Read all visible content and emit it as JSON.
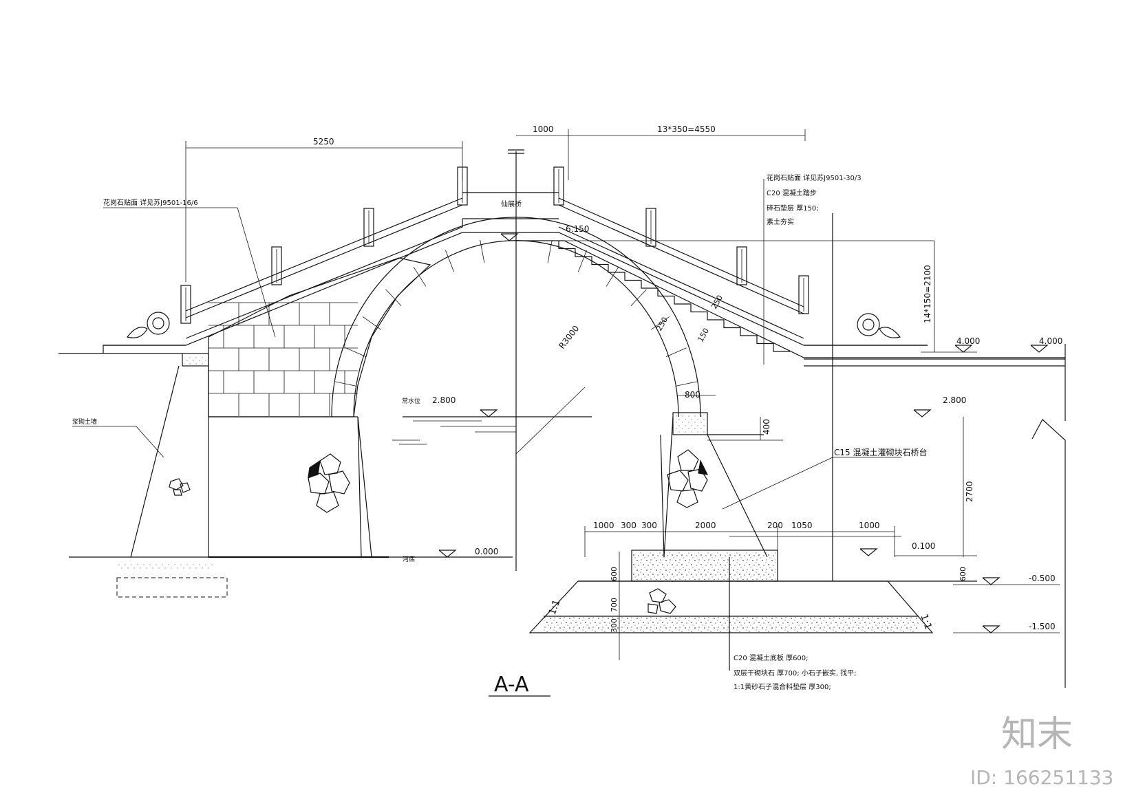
{
  "drawing": {
    "section_title": "A-A",
    "dims": {
      "span_left": "5250",
      "top_1000": "1000",
      "steps": "13*350=4550",
      "rise": "14*150=2100",
      "radius": "R3000",
      "d250a": "250",
      "d250b": "250",
      "d150": "150",
      "d800": "800",
      "d400": "400",
      "d2700": "2700",
      "b1000a": "1000",
      "b300a": "300",
      "b300b": "300",
      "b2000": "2000",
      "b200": "200",
      "b1050": "1050",
      "b1000b": "1000",
      "v600a": "600",
      "v600b": "600",
      "v700": "700",
      "v300": "300",
      "slope_l": "1:1",
      "slope_r": "1:1"
    },
    "levels": {
      "top": "6.150",
      "deck_r": "4.000",
      "deck_r2": "4.000",
      "water": "2.800",
      "water_r": "2.800",
      "bed": "0.000",
      "found_top": "0.100",
      "minus05": "-0.500",
      "minus15": "-1.500"
    },
    "labels": {
      "water_lbl": "常水位",
      "bed_lbl": "河底",
      "bridge_name": "仙展桥",
      "left_note": "花岗石贴面  详见苏J9501-16/6",
      "retaining": "浆砌土墙",
      "pier_note": "C15 混凝土灌砌块石桥台",
      "r_note1": "花岗石贴面  详见苏J9501-30/3",
      "r_note2": "C20 混凝土踏步",
      "r_note3": "碎石垫层  厚150;",
      "r_note4": "素土夯实",
      "f_note1": "C20 混凝土底板  厚600;",
      "f_note2": "双层干砌块石  厚700; 小石子嵌实, 找平;",
      "f_note3": "1:1黄砂石子混合料垫层  厚300;"
    }
  },
  "watermark": {
    "brand": "知末",
    "id": "ID: 166251133"
  }
}
